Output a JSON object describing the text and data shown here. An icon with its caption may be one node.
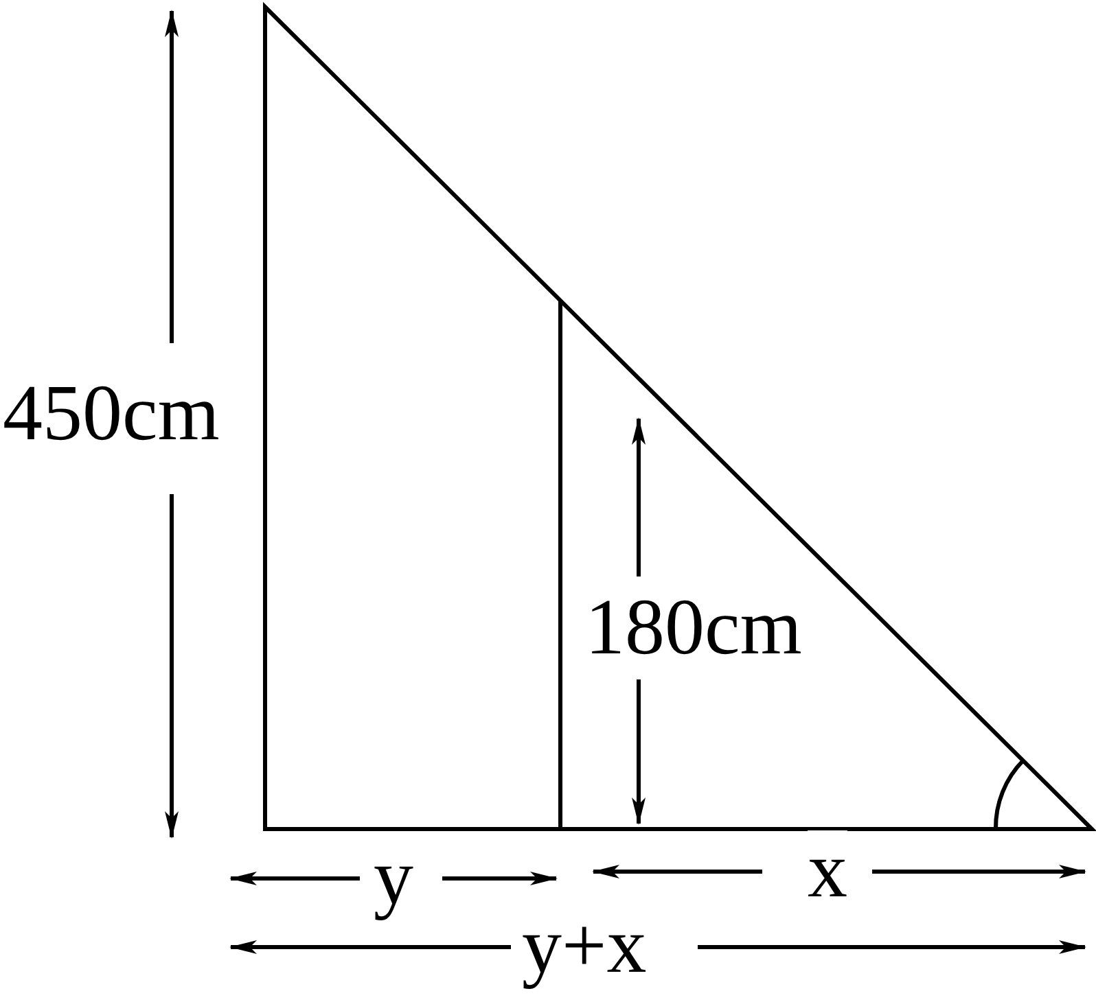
{
  "diagram": {
    "labels": [
      "450cm",
      "180cm",
      "y",
      "x",
      "y+x"
    ]
  }
}
